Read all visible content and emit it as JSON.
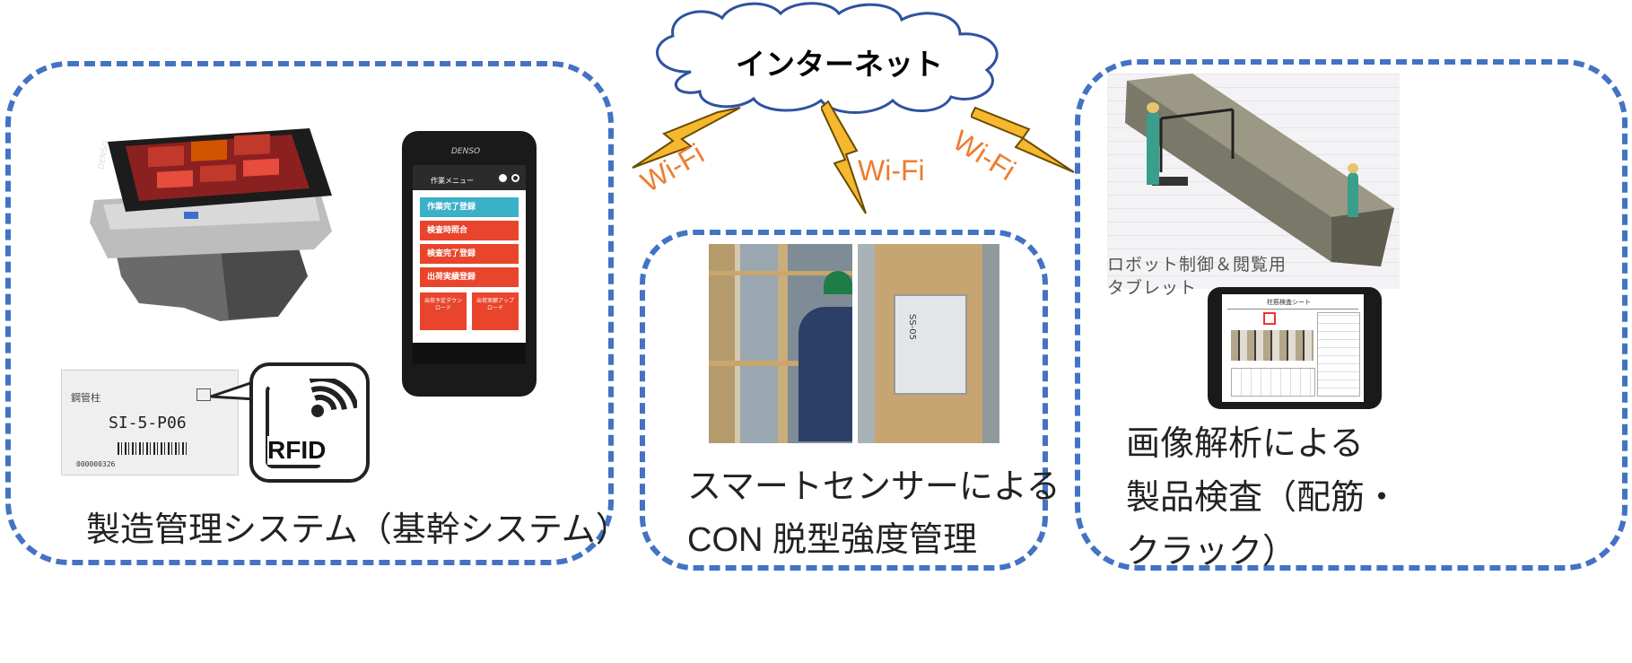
{
  "cloud": {
    "label": "インターネット"
  },
  "wifi": {
    "label_left": "Wi-Fi",
    "label_center": "Wi-Fi",
    "label_right": "Wi-Fi"
  },
  "left_panel": {
    "caption": "製造管理システム（基幹システム）",
    "tag": {
      "header": "鋼管柱",
      "code": "SI-5-P06",
      "serial": "000000326"
    },
    "rfid_label": "RFID",
    "handheld_brand": "DENSO",
    "phone": {
      "brand": "DENSO",
      "menu_title": "作業メニュー",
      "buttons": [
        "作業完了登録",
        "検査時照合",
        "検査完了登録",
        "出荷実績登録"
      ],
      "bottom_left": "出荷予定ダウンロード",
      "bottom_right": "出荷実績アップロード"
    }
  },
  "middle_panel": {
    "caption_line1": "スマートセンサーによる",
    "caption_line2": "CON 脱型強度管理",
    "plate_text": "SS-05"
  },
  "right_panel": {
    "tablet_caption_line1": "ロボット制御＆閲覧用",
    "tablet_caption_line2": "タブレット",
    "tablet_sheet_title": "柱筋検査シート",
    "caption_line1": "画像解析による",
    "caption_line2": "製品検査（配筋・",
    "caption_line3": "クラック）"
  },
  "colors": {
    "dash_border": "#4472C4",
    "wifi_text": "#ED7D31",
    "lightning": "#F5B82E",
    "phone_button": "#E9442C"
  }
}
